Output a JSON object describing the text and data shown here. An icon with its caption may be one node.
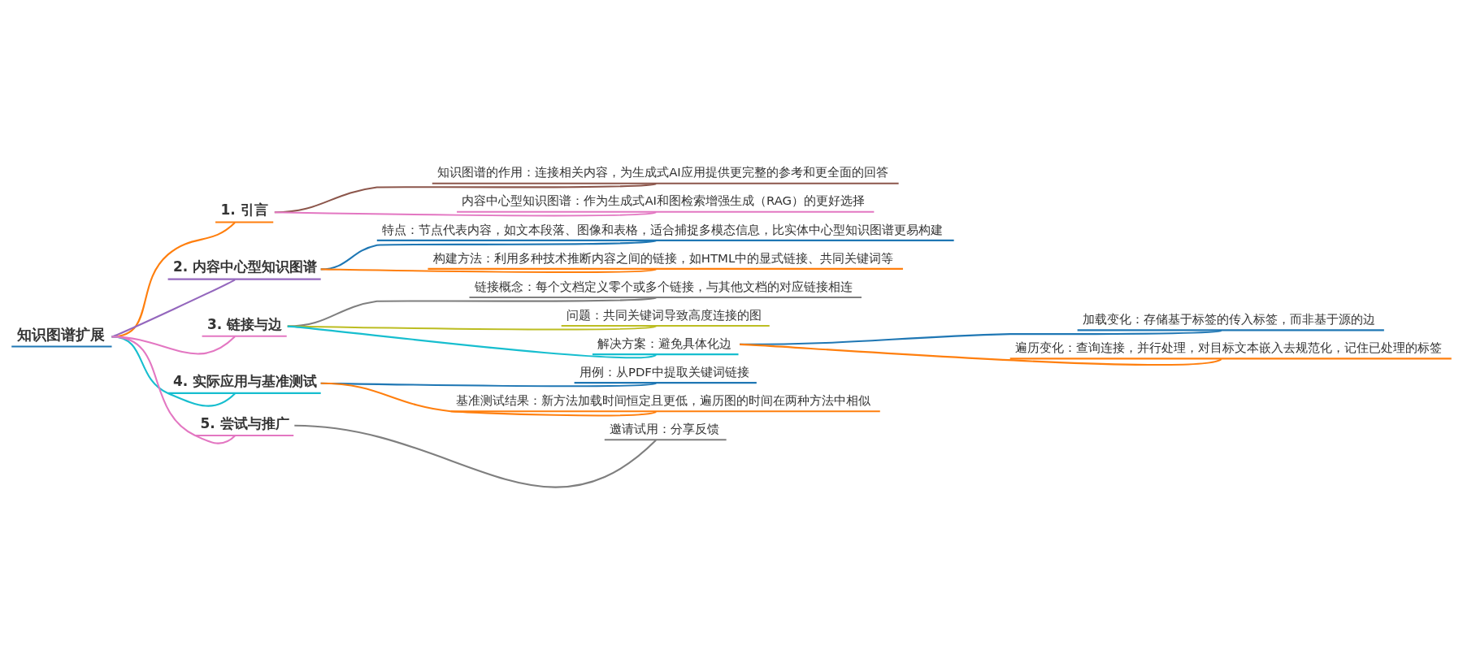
{
  "diagram": {
    "nodes": [
      {
        "text": [
          "知识图谱扩展"
        ]
      },
      {
        "text": [
          "1. 引言"
        ]
      },
      {
        "text": [
          "知识图谱的作用：连接相关内容，为生成式AI应用提供更完整的参考和更全面的回答"
        ]
      },
      {
        "text": [
          "内容中心型知识图谱：作为生成式AI和图检索增强生成（RAG）的更好选择"
        ]
      },
      {
        "text": [
          "2. 内容中心型知识图谱"
        ]
      },
      {
        "text": [
          "特点：节点代表内容，如文本段落、图像和表格，适合捕捉多模态信息，比实体中心型知识图谱更易构建"
        ]
      },
      {
        "text": [
          "构建方法：利用多种技术推断内容之间的链接，如HTML中的显式链接、共同关键词等"
        ]
      },
      {
        "text": [
          "3. 链接与边"
        ]
      },
      {
        "text": [
          "链接概念：每个文档定义零个或多个链接，与其他文档的对应链接相连"
        ]
      },
      {
        "text": [
          "问题：共同关键词导致高度连接的图"
        ]
      },
      {
        "text": [
          "解决方案：避免具体化边"
        ]
      },
      {
        "text": [
          "加载变化：存储基于标签的传入标签，而非基于源的边"
        ]
      },
      {
        "text": [
          "遍历变化：查询连接，并行处理，对目标文本嵌入去规范化，记住已处理的标签"
        ]
      },
      {
        "text": [
          "4. 实际应用与基准测试"
        ]
      },
      {
        "text": [
          "用例：从PDF中提取关键词链接"
        ]
      },
      {
        "text": [
          "基准测试结果：新方法加载时间恒定且更低，遍历图的时间在两种方法中相似"
        ]
      },
      {
        "text": [
          "5. 尝试与推广"
        ]
      },
      {
        "text": [
          "邀请试用：分享反馈"
        ]
      }
    ],
    "edges": [
      {
        "from": 0,
        "to": 1,
        "arrow": "none",
        "color": "#ff7f0e"
      },
      {
        "from": 1,
        "to": 2,
        "arrow": "none",
        "color": "#8c564b"
      },
      {
        "from": 1,
        "to": 3,
        "arrow": "none",
        "color": "#e377c2"
      },
      {
        "from": 0,
        "to": 4,
        "arrow": "none",
        "color": "#9467bd"
      },
      {
        "from": 4,
        "to": 5,
        "arrow": "none",
        "color": "#1f77b4"
      },
      {
        "from": 4,
        "to": 6,
        "arrow": "none",
        "color": "#ff7f0e"
      },
      {
        "from": 0,
        "to": 7,
        "arrow": "none",
        "color": "#e377c2"
      },
      {
        "from": 7,
        "to": 8,
        "arrow": "none",
        "color": "#7f7f7f"
      },
      {
        "from": 7,
        "to": 9,
        "arrow": "none",
        "color": "#bcbd22"
      },
      {
        "from": 7,
        "to": 10,
        "arrow": "none",
        "color": "#17becf"
      },
      {
        "from": 10,
        "to": 11,
        "arrow": "none",
        "color": "#1f77b4"
      },
      {
        "from": 10,
        "to": 12,
        "arrow": "none",
        "color": "#ff7f0e"
      },
      {
        "from": 0,
        "to": 13,
        "arrow": "none",
        "color": "#17becf"
      },
      {
        "from": 13,
        "to": 14,
        "arrow": "none",
        "color": "#1f77b4"
      },
      {
        "from": 13,
        "to": 15,
        "arrow": "none",
        "color": "#ff7f0e"
      },
      {
        "from": 0,
        "to": 16,
        "arrow": "none",
        "color": "#e377c2"
      },
      {
        "from": 16,
        "to": 17,
        "arrow": "none",
        "color": "#7f7f7f"
      }
    ]
  }
}
